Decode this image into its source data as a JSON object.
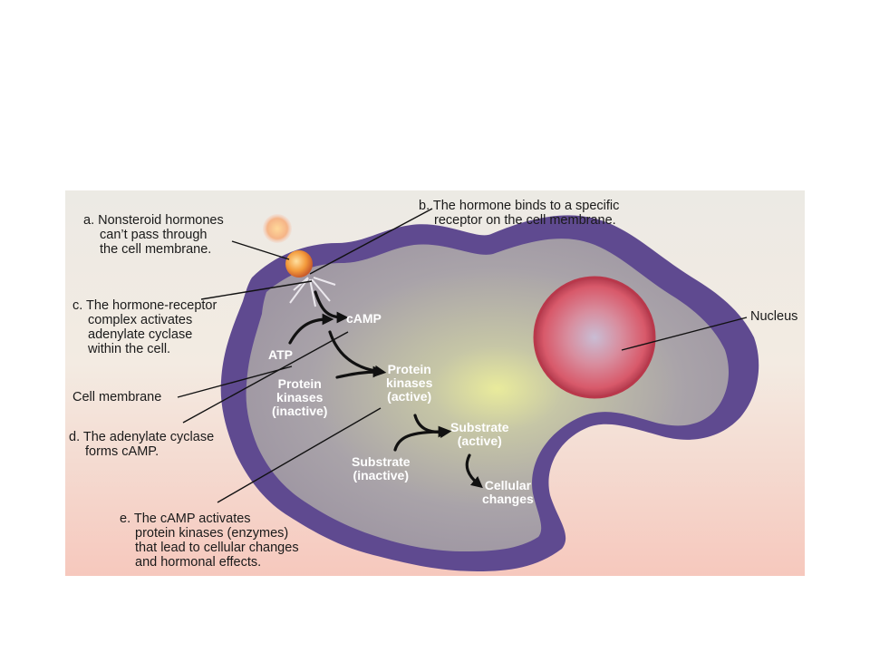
{
  "labels": {
    "a": [
      "a. Nonsteroid hormones",
      "can’t pass through",
      "the cell membrane."
    ],
    "b": [
      "b. The hormone binds to a specific",
      "receptor on the cell membrane."
    ],
    "c": [
      "c. The hormone-receptor",
      "complex activates",
      "adenylate cyclase",
      "within the cell."
    ],
    "membrane": "Cell membrane",
    "d": [
      "d. The adenylate cyclase",
      "forms cAMP."
    ],
    "e": [
      "e. The cAMP activates",
      "protein kinases (enzymes)",
      "that lead to cellular changes",
      "and hormonal effects."
    ],
    "nucleus": "Nucleus"
  },
  "inner": {
    "camp": "cAMP",
    "atp": "ATP",
    "pk_inactive": [
      "Protein",
      "kinases",
      "(inactive)"
    ],
    "pk_active": [
      "Protein",
      "kinases",
      "(active)"
    ],
    "sub_active": [
      "Substrate",
      "(active)"
    ],
    "sub_inactive": [
      "Substrate",
      "(inactive)"
    ],
    "cellular": [
      "Cellular",
      "changes"
    ]
  },
  "colors": {
    "membrane": "#5f4a90",
    "cytoplasm": "#aaa4aa",
    "nucleus": "#cf4a5a",
    "hormone": "#f2a23a"
  }
}
